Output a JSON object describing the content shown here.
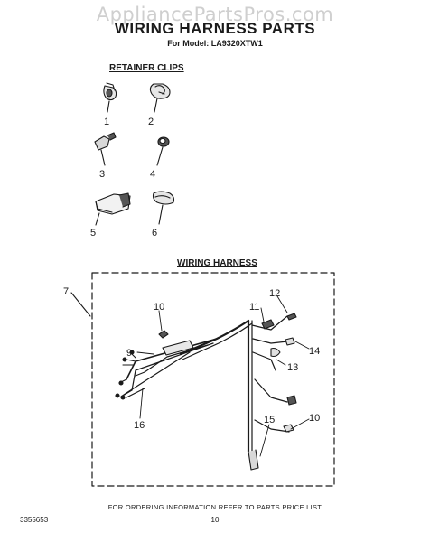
{
  "watermark": "AppliancePartsPros.com",
  "header": {
    "title": "WIRING HARNESS PARTS",
    "model": "For Model: LA9320XTW1"
  },
  "sections": {
    "retainer_clips": "RETAINER CLIPS",
    "wiring_harness": "WIRING HARNESS"
  },
  "callouts": {
    "c1": "1",
    "c2": "2",
    "c3": "3",
    "c4": "4",
    "c5": "5",
    "c6": "6",
    "c7": "7",
    "c9": "9",
    "c10a": "10",
    "c10b": "10",
    "c11": "11",
    "c12": "12",
    "c13": "13",
    "c14": "14",
    "c15": "15",
    "c16": "16"
  },
  "footer": {
    "ordering_note": "FOR ORDERING INFORMATION REFER TO PARTS PRICE LIST",
    "doc_number": "3355653",
    "page_number": "10"
  }
}
